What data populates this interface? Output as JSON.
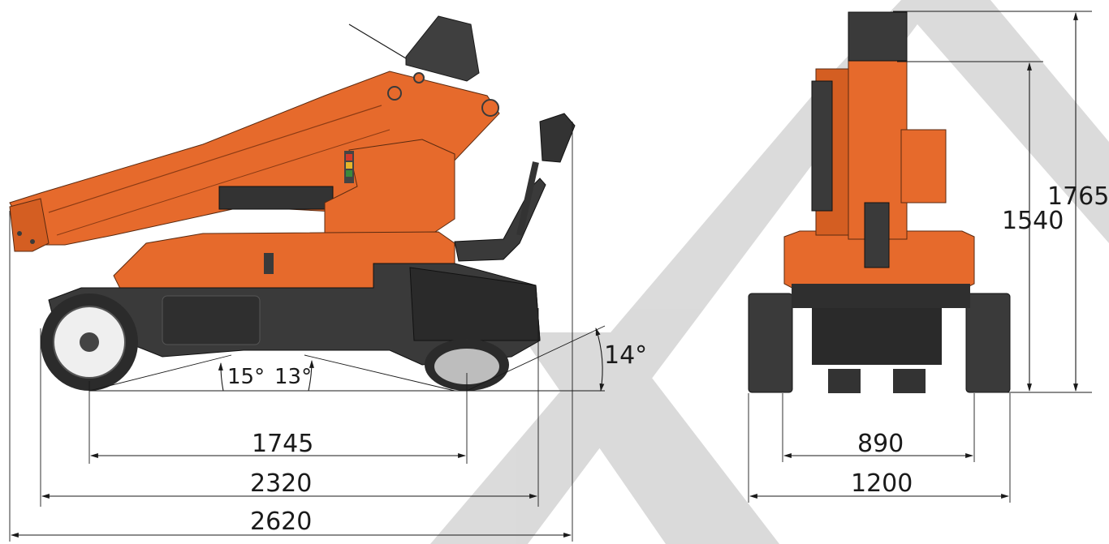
{
  "side_view": {
    "dimensions": {
      "wheelbase": "1745",
      "body_length": "2320",
      "overall_length": "2620"
    },
    "angles": {
      "approach": "15°",
      "ramp": "13°",
      "departure": "14°"
    }
  },
  "front_view": {
    "dimensions": {
      "track_width": "890",
      "overall_width": "1200",
      "height_stowed": "1540",
      "height_overall": "1765"
    }
  },
  "colors": {
    "body": "#e66a2c",
    "body_dark": "#b94e1c",
    "chassis": "#3a3a3a",
    "tire": "#2b2b2b",
    "watermark": "#d9d9d9",
    "line": "#1a1a1a"
  }
}
